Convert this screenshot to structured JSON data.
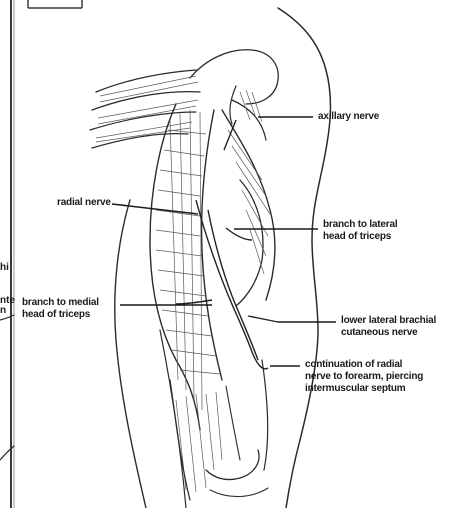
{
  "labels": {
    "axillary_nerve": "axillary nerve",
    "radial_nerve": "radial nerve",
    "branch_lateral_head": [
      "branch to lateral",
      "head of triceps"
    ],
    "branch_medial_head": [
      "branch to medial",
      "head of triceps"
    ],
    "lower_lateral_brachial": [
      "lower lateral brachial",
      "cutaneous nerve"
    ],
    "continuation_radial": [
      "continuation of radial",
      "nerve to forearm, piercing",
      "intermuscular septum"
    ]
  },
  "edge_fragments": {
    "line1": "hi",
    "line2": "nte",
    "line3": "n"
  },
  "colors": {
    "ink": "#1a1a1a",
    "shade": "#5a5a5a",
    "background": "#ffffff"
  }
}
